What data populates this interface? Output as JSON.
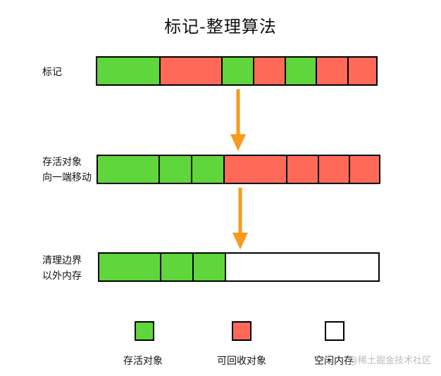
{
  "title": "标记-整理算法",
  "rows": [
    {
      "label_lines": [
        "标记"
      ],
      "cells": [
        "live",
        "dead",
        "live",
        "dead",
        "live",
        "dead",
        "dead"
      ]
    },
    {
      "label_lines": [
        "存活对象",
        "向一端移动"
      ],
      "cells": [
        "live",
        "live",
        "live",
        "dead",
        "dead",
        "dead",
        "dead"
      ]
    },
    {
      "label_lines": [
        "清理边界",
        "以外内存"
      ],
      "cells": [
        "live",
        "live",
        "live",
        "free"
      ]
    }
  ],
  "legend": [
    {
      "label": "存活对象",
      "type": "live"
    },
    {
      "label": "可回收对象",
      "type": "dead"
    },
    {
      "label": "空闲内存",
      "type": "free"
    }
  ],
  "colors": {
    "live": "#5ed63c",
    "dead": "#fe6a57",
    "free": "#ffffff",
    "arrow": "#f89a1c",
    "border": "#000000"
  },
  "watermark": "@稀土掘金技术社区"
}
